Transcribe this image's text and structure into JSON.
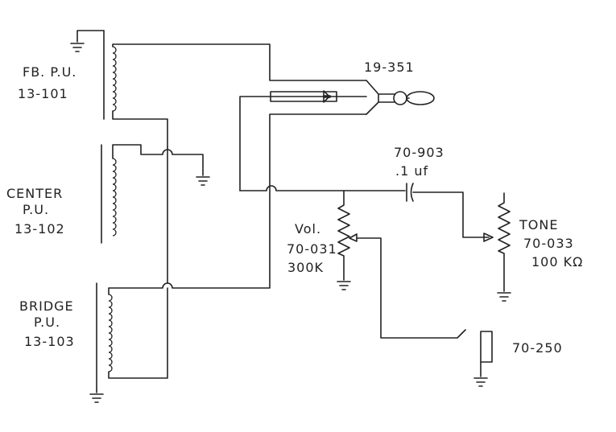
{
  "colors": {
    "ink": "#222222",
    "paper": "#ffffff"
  },
  "labels": {
    "fb_pu_name": "FB. P.U.",
    "fb_pu_part": "13-101",
    "center_pu_name": "CENTER",
    "center_pu_sub": "P.U.",
    "center_pu_part": "13-102",
    "bridge_pu_name": "BRIDGE",
    "bridge_pu_sub": "P.U.",
    "bridge_pu_part": "13-103",
    "switch_part": "19-351",
    "cap_part": "70-903",
    "cap_value": ".1 uf",
    "vol_name": "Vol.",
    "vol_part": "70-031",
    "vol_value": "300K",
    "tone_name": "TONE",
    "tone_part": "70-033",
    "tone_value": "100 KΩ",
    "jack_part": "70-250"
  }
}
